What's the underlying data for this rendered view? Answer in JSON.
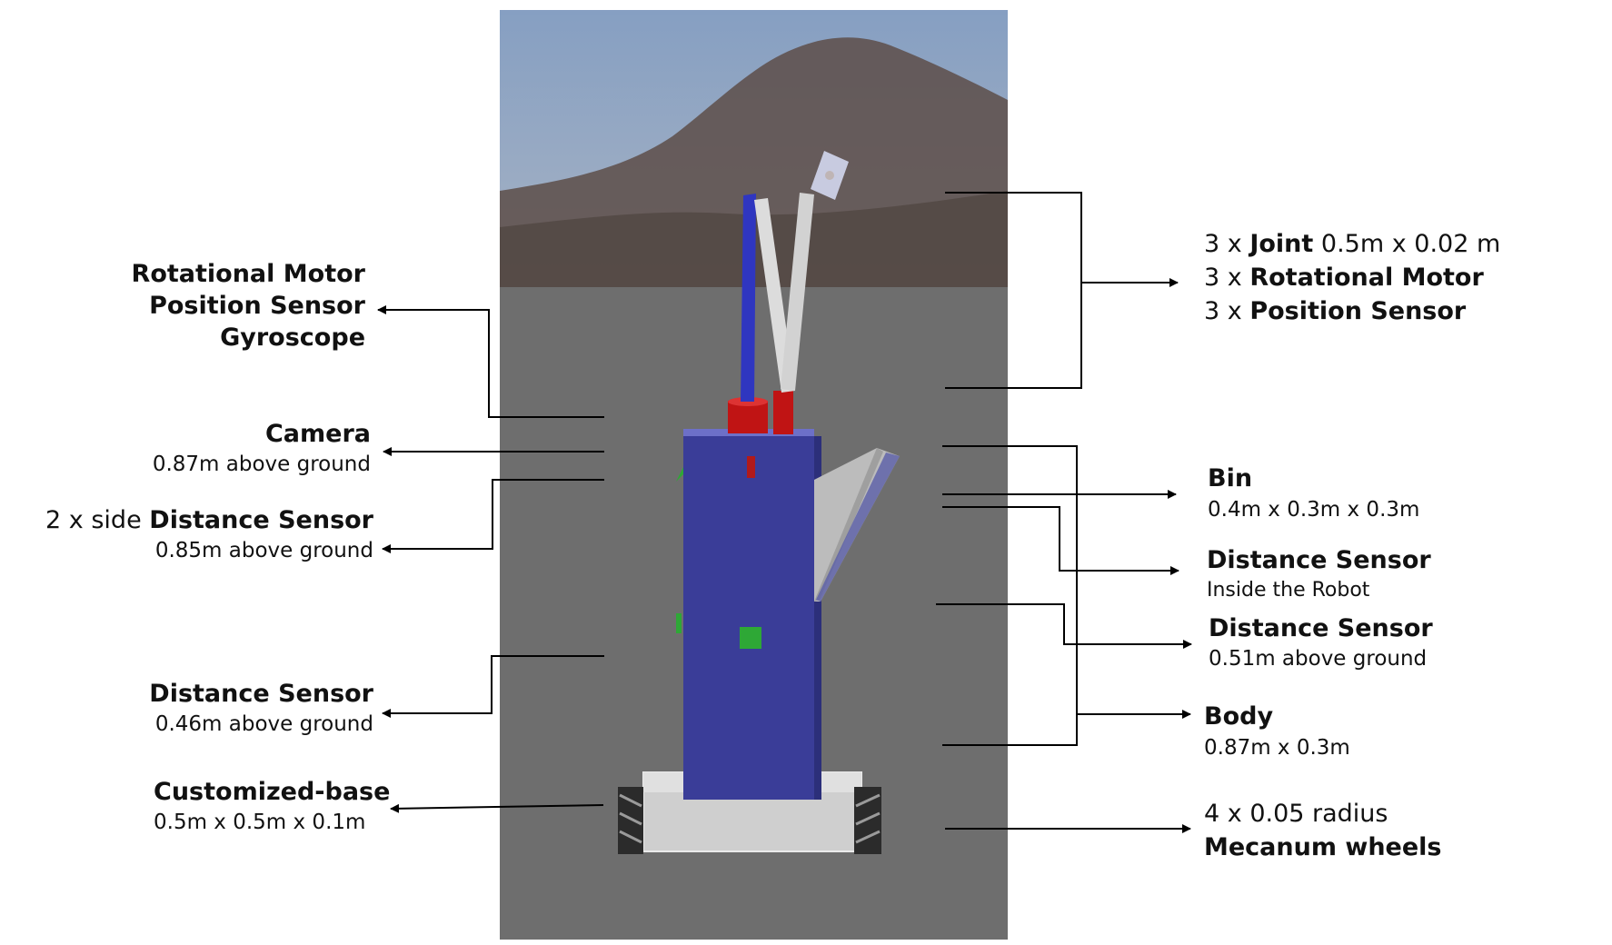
{
  "labels": {
    "left_motor": {
      "line1": "Rotational Motor",
      "line2": "Position Sensor",
      "line3": "Gyroscope"
    },
    "camera": {
      "title": "Camera",
      "detail": "0.87m above ground"
    },
    "side_sensor": {
      "prefix": "2 x side ",
      "title": "Distance Sensor",
      "detail": "0.85m above ground"
    },
    "low_sensor": {
      "title": "Distance Sensor",
      "detail": "0.46m above ground"
    },
    "base": {
      "title": "Customized-base",
      "detail": "0.5m x 0.5m x 0.1m"
    },
    "arm": [
      {
        "prefix": "3 x ",
        "name": "Joint",
        "suffix": " 0.5m x 0.02 m"
      },
      {
        "prefix": "3 x ",
        "name": "Rotational Motor",
        "suffix": ""
      },
      {
        "prefix": "3 x ",
        "name": "Position Sensor",
        "suffix": ""
      }
    ],
    "bin": {
      "title": "Bin",
      "detail": "0.4m x 0.3m x 0.3m"
    },
    "inside_sensor": {
      "title": "Distance Sensor",
      "detail": "Inside the Robot"
    },
    "mid_sensor": {
      "title": "Distance Sensor",
      "detail": "0.51m above ground"
    },
    "body": {
      "title": "Body",
      "detail": "0.87m x 0.3m"
    },
    "wheels": {
      "line1": "4 x 0.05 radius",
      "line2": "Mecanum wheels"
    }
  },
  "colors": {
    "sky": "#8aa2c4",
    "mountain": "#5b4a46",
    "ground": "#6e6e6e",
    "body": "#3a3d98",
    "motor": "#c01414",
    "bin": "#b9b9b9",
    "base": "#d6d6d6",
    "sensor": "#2ea836",
    "arm_blue": "#2f36c0",
    "arm_white": "#d9d9d9"
  }
}
